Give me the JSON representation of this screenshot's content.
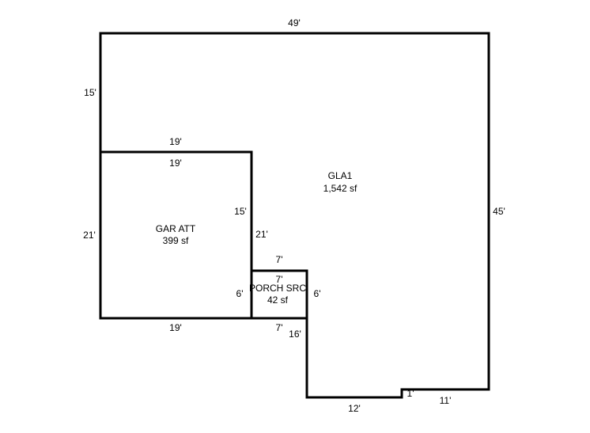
{
  "areas": [
    {
      "name": "GLA1",
      "area": "1,542 sf"
    },
    {
      "name": "GAR ATT",
      "area": "399 sf"
    },
    {
      "name": "PORCH SRC",
      "area": "42 sf"
    }
  ],
  "dimensions": {
    "gla_top": "49'",
    "gla_left_upper": "15'",
    "gla_right": "45'",
    "gla_bottom_right": "11'",
    "gla_notch": "1'",
    "gla_bottom_left": "12'",
    "gla_porch_right": "16'",
    "gar_top_outer": "19'",
    "gar_top_inner": "19'",
    "gar_left": "21'",
    "gar_right_inner": "15'",
    "gar_right_outer": "21'",
    "gar_bottom": "19'",
    "porch_top_outer": "7'",
    "porch_top_inner": "7'",
    "porch_left": "6'",
    "porch_right": "6'",
    "porch_bottom": "7'"
  }
}
